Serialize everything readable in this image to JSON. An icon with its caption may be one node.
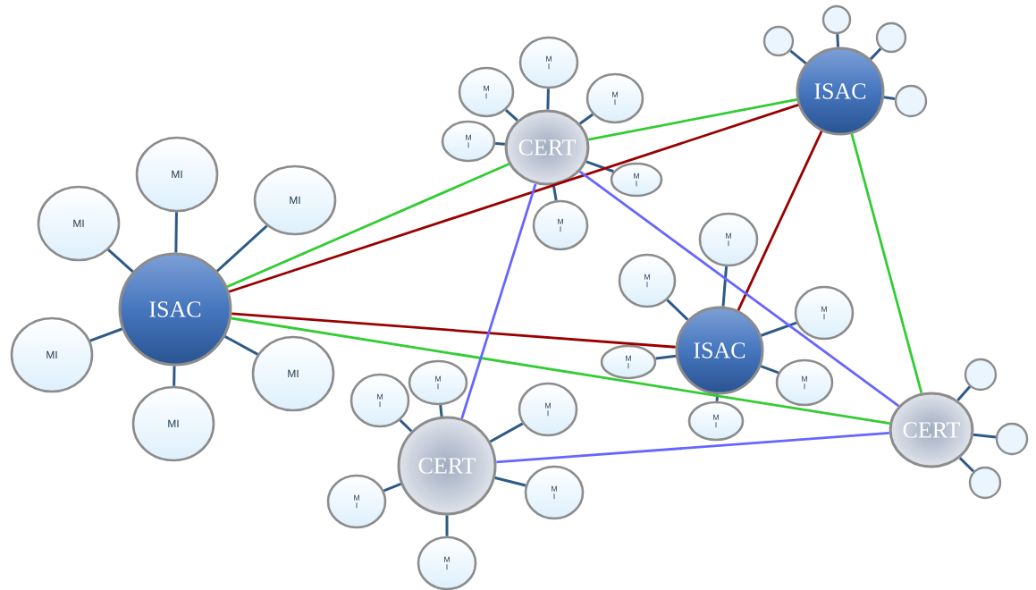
{
  "diagram": {
    "nodes": [
      {
        "text": [
          "ISAC"
        ]
      },
      {
        "text": [
          "MI"
        ]
      },
      {
        "text": [
          "MI"
        ]
      },
      {
        "text": [
          "MI"
        ]
      },
      {
        "text": [
          "MI"
        ]
      },
      {
        "text": [
          "MI"
        ]
      },
      {
        "text": [
          "MI"
        ]
      },
      {
        "text": [
          "CERT"
        ]
      },
      {
        "text": [
          "M I"
        ]
      },
      {
        "text": [
          "M I"
        ]
      },
      {
        "text": [
          "M I"
        ]
      },
      {
        "text": [
          "M I"
        ]
      },
      {
        "text": [
          "M I"
        ]
      },
      {
        "text": [
          "M I"
        ]
      },
      {
        "text": [
          "ISAC"
        ]
      },
      {
        "text": [],
        "shape": "circle"
      },
      {
        "text": [],
        "shape": "circle"
      },
      {
        "text": [],
        "shape": "circle"
      },
      {
        "text": [],
        "shape": "circle"
      },
      {
        "text": [
          "ISAC"
        ]
      },
      {
        "text": [
          "M I"
        ]
      },
      {
        "text": [
          "M I"
        ]
      },
      {
        "text": [
          "M I"
        ]
      },
      {
        "text": [
          "M I"
        ]
      },
      {
        "text": [
          "M I"
        ]
      },
      {
        "text": [
          "M I"
        ]
      },
      {
        "text": [
          "CERT"
        ]
      },
      {
        "text": [
          "M I"
        ]
      },
      {
        "text": [
          "M I"
        ]
      },
      {
        "text": [
          "M I"
        ]
      },
      {
        "text": [
          "M I"
        ]
      },
      {
        "text": [
          "M I"
        ]
      },
      {
        "text": [
          "M I"
        ]
      },
      {
        "text": [
          "CERT"
        ]
      },
      {
        "text": [],
        "shape": "circle"
      },
      {
        "text": [],
        "shape": "circle"
      },
      {
        "text": [],
        "shape": "circle"
      }
    ],
    "edges": [
      {
        "from": 0,
        "to": 1,
        "arrow": "none"
      },
      {
        "from": 0,
        "to": 2,
        "arrow": "none"
      },
      {
        "from": 0,
        "to": 3,
        "arrow": "none"
      },
      {
        "from": 0,
        "to": 4,
        "arrow": "none"
      },
      {
        "from": 0,
        "to": 5,
        "arrow": "none"
      },
      {
        "from": 0,
        "to": 6,
        "arrow": "none"
      },
      {
        "from": 7,
        "to": 8,
        "arrow": "none"
      },
      {
        "from": 7,
        "to": 9,
        "arrow": "none"
      },
      {
        "from": 7,
        "to": 10,
        "arrow": "none"
      },
      {
        "from": 7,
        "to": 11,
        "arrow": "none"
      },
      {
        "from": 7,
        "to": 12,
        "arrow": "none"
      },
      {
        "from": 7,
        "to": 13,
        "arrow": "none"
      },
      {
        "from": 14,
        "to": 15,
        "arrow": "none"
      },
      {
        "from": 14,
        "to": 16,
        "arrow": "none"
      },
      {
        "from": 14,
        "to": 17,
        "arrow": "none"
      },
      {
        "from": 14,
        "to": 18,
        "arrow": "none"
      },
      {
        "from": 19,
        "to": 20,
        "arrow": "none"
      },
      {
        "from": 19,
        "to": 21,
        "arrow": "none"
      },
      {
        "from": 19,
        "to": 22,
        "arrow": "none"
      },
      {
        "from": 19,
        "to": 23,
        "arrow": "none"
      },
      {
        "from": 19,
        "to": 24,
        "arrow": "none"
      },
      {
        "from": 19,
        "to": 25,
        "arrow": "none"
      },
      {
        "from": 26,
        "to": 27,
        "arrow": "none"
      },
      {
        "from": 26,
        "to": 28,
        "arrow": "none"
      },
      {
        "from": 26,
        "to": 29,
        "arrow": "none"
      },
      {
        "from": 26,
        "to": 30,
        "arrow": "none"
      },
      {
        "from": 26,
        "to": 31,
        "arrow": "none"
      },
      {
        "from": 26,
        "to": 32,
        "arrow": "none"
      },
      {
        "from": 33,
        "to": 34,
        "arrow": "none"
      },
      {
        "from": 33,
        "to": 35,
        "arrow": "none"
      },
      {
        "from": 33,
        "to": 36,
        "arrow": "none"
      },
      {
        "from": 0,
        "to": 7,
        "arrow": "none",
        "color": "#33cc33"
      },
      {
        "from": 7,
        "to": 14,
        "arrow": "none",
        "color": "#33cc33"
      },
      {
        "from": 14,
        "to": 33,
        "arrow": "none",
        "color": "#33cc33"
      },
      {
        "from": 0,
        "to": 33,
        "arrow": "none",
        "color": "#33cc33"
      },
      {
        "from": 0,
        "to": 14,
        "arrow": "none",
        "color": "#990000"
      },
      {
        "from": 0,
        "to": 19,
        "arrow": "none",
        "color": "#990000"
      },
      {
        "from": 19,
        "to": 14,
        "arrow": "none",
        "color": "#990000"
      },
      {
        "from": 7,
        "to": 26,
        "arrow": "none",
        "color": "#6666ff"
      },
      {
        "from": 7,
        "to": 33,
        "arrow": "none",
        "color": "#6666ff"
      },
      {
        "from": 26,
        "to": 33,
        "arrow": "none",
        "color": "#6666ff"
      }
    ]
  }
}
